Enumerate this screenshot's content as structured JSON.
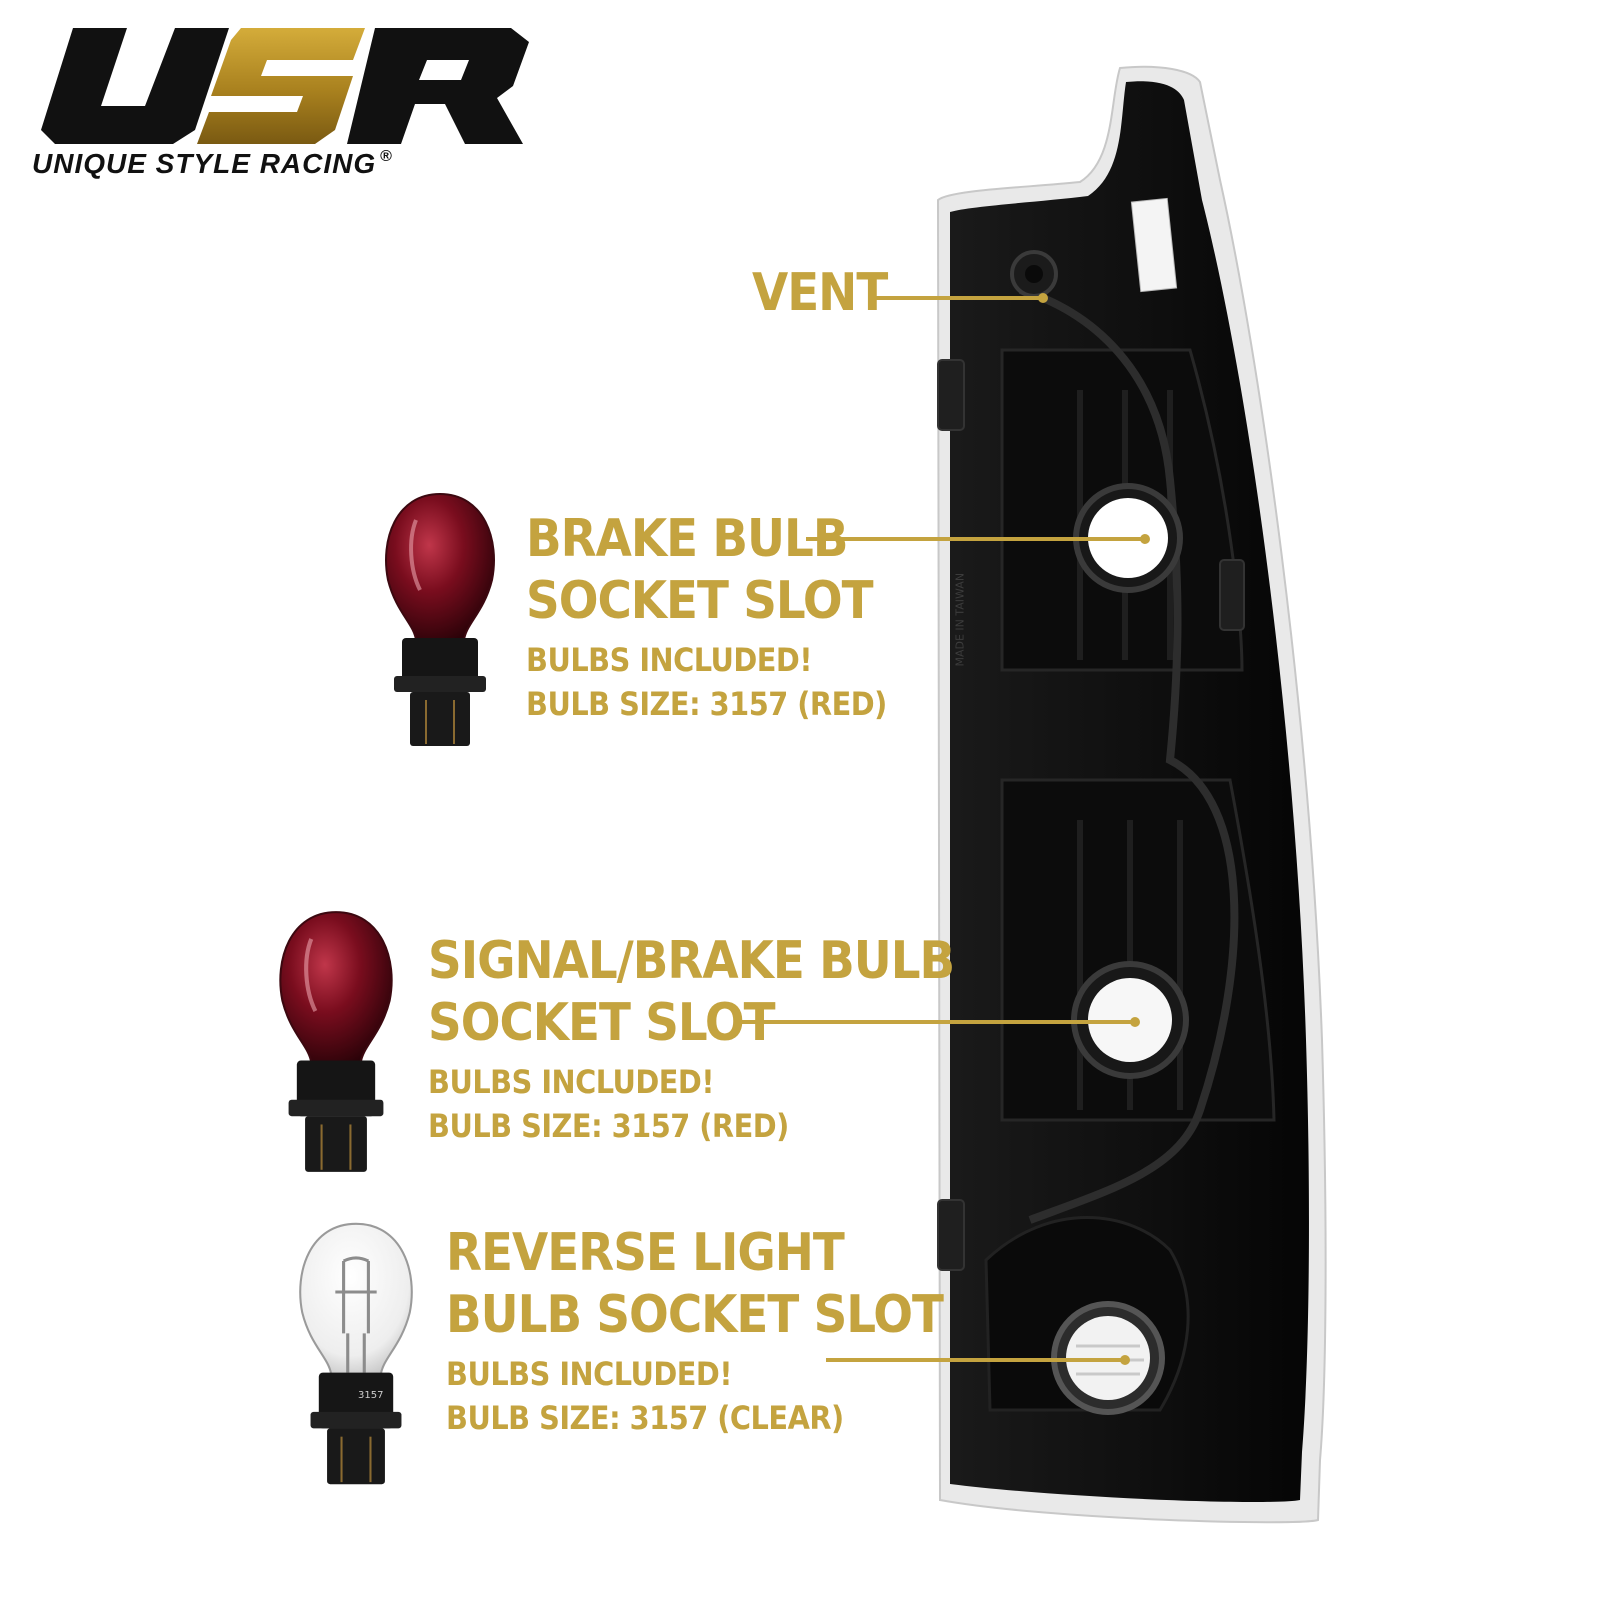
{
  "brand": {
    "logo_letters": "USR",
    "name": "UNIQUE STYLE RACING",
    "registered_mark": "®",
    "colors": {
      "black": "#111111",
      "gold": "#b8902a"
    }
  },
  "callouts": {
    "vent": {
      "title": "VENT"
    },
    "brake": {
      "title_line1": "BRAKE BULB",
      "title_line2": "SOCKET SLOT",
      "note": "BULBS INCLUDED!",
      "bulb_size": "BULB SIZE: 3157 (RED)"
    },
    "signal": {
      "title_line1": "SIGNAL/BRAKE BULB",
      "title_line2": "SOCKET SLOT",
      "note": "BULBS INCLUDED!",
      "bulb_size": "BULB SIZE: 3157 (RED)"
    },
    "reverse": {
      "title_line1": "REVERSE LIGHT",
      "title_line2": "BULB SOCKET SLOT",
      "note": "BULBS INCLUDED!",
      "bulb_size": "BULB SIZE: 3157 (CLEAR)"
    }
  },
  "lamp_markings": {
    "made_in": "MADE IN TAIWAN"
  },
  "bulbs": [
    {
      "color": "red",
      "base_label": ""
    },
    {
      "color": "red",
      "base_label": ""
    },
    {
      "color": "clear",
      "base_label": "3157"
    }
  ],
  "accent_color": "#c4a33f"
}
